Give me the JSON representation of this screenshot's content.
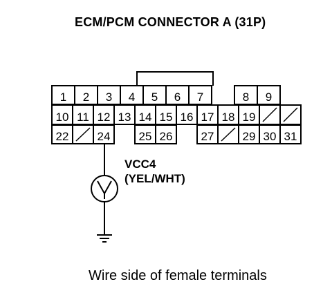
{
  "title": "ECM/PCM CONNECTOR A (31P)",
  "caption": "Wire side of female terminals",
  "connector": {
    "row1": [
      {
        "pin": "1"
      },
      {
        "pin": "2"
      },
      {
        "pin": "3"
      },
      {
        "pin": "4"
      },
      {
        "pin": "5"
      },
      {
        "pin": "6"
      },
      {
        "pin": "7"
      },
      {
        "gap": true
      },
      {
        "pin": "8"
      },
      {
        "pin": "9"
      }
    ],
    "row2": [
      {
        "pin": "10"
      },
      {
        "pin": "11"
      },
      {
        "pin": "12"
      },
      {
        "pin": "13"
      },
      {
        "pin": "14"
      },
      {
        "pin": "15"
      },
      {
        "pin": "16"
      },
      {
        "pin": "17"
      },
      {
        "pin": "18"
      },
      {
        "pin": "19"
      },
      {
        "unused": true
      },
      {
        "unused": true
      }
    ],
    "row3": [
      {
        "pin": "22"
      },
      {
        "unused": true
      },
      {
        "pin": "24"
      },
      {
        "gap": true
      },
      {
        "pin": "25"
      },
      {
        "pin": "26"
      },
      {
        "gap": true
      },
      {
        "pin": "27"
      },
      {
        "unused": true
      },
      {
        "pin": "29"
      },
      {
        "pin": "30"
      },
      {
        "pin": "31"
      }
    ]
  },
  "probe": {
    "terminal": "24",
    "signal": "VCC4",
    "wire_color": "(YEL/WHT)",
    "meter_symbol": "V"
  }
}
